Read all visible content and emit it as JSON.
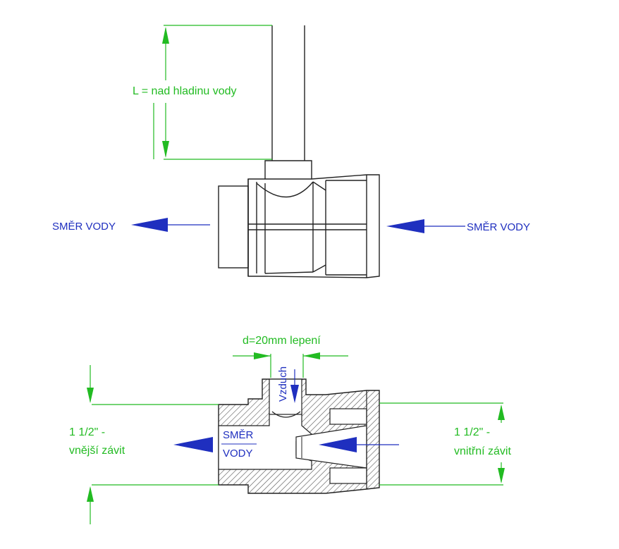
{
  "colors": {
    "dimension": "#22bb22",
    "flow": "#1f2fbf",
    "outline": "#222222",
    "hatch": "#444444",
    "background": "#ffffff"
  },
  "top_view": {
    "height_label": "L = nad hladinu vody",
    "left_flow_label": "SMĚR VODY",
    "right_flow_label": "SMĚR VODY"
  },
  "section_view": {
    "pipe_diameter_label": "d=20mm lepení",
    "air_label": "Vzduch",
    "flow_label_line1": "SMĚR",
    "flow_label_line2": "VODY",
    "left_thread_line1": "1 1/2\" -",
    "left_thread_line2": "vnější závit",
    "right_thread_line1": "1 1/2\" -",
    "right_thread_line2": "vnitřní závit"
  }
}
